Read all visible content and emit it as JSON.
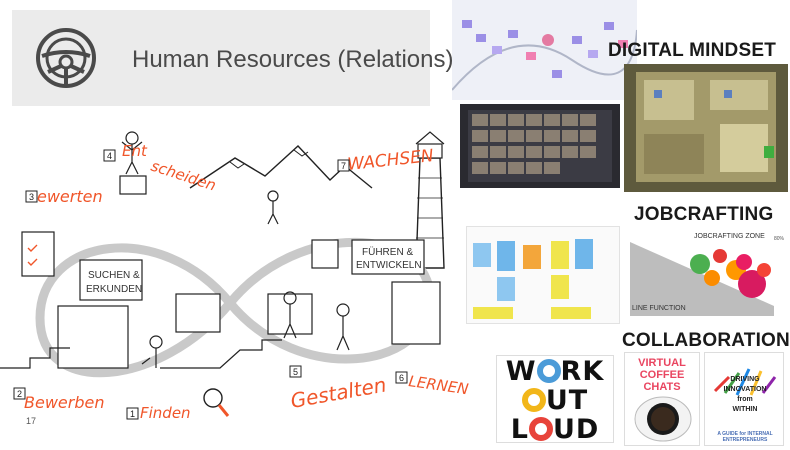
{
  "slide": {
    "title": "Human Resources (Relations)",
    "number": "17"
  },
  "sketch": {
    "bewerten": "Bewerten",
    "entscheiden_1": "Ent",
    "entscheiden_2": "scheiden",
    "wachsen": "WACHSEN",
    "bewerben": "Bewerben",
    "finden": "Finden",
    "gestalten": "Gestalten",
    "lernen": "LERNEN",
    "suchen_1": "SUCHEN &",
    "suchen_2": "ERKUNDEN",
    "fuehren_1": "FÜHREN &",
    "fuehren_2": "ENTWICKELN",
    "num_1": "1",
    "num_2": "2",
    "num_3": "3",
    "num_4": "4",
    "num_5": "5",
    "num_6": "6",
    "num_7": "7"
  },
  "sections": {
    "digital_mindset": "DIGITAL MINDSET",
    "jobcrafting": "JOBCRAFTING",
    "collaboration": "COLLABORATION"
  },
  "jobcrafting_chart": {
    "zone_label": "JOBCRAFTING ZONE",
    "line_label": "LINE FUNCTION",
    "axis_label": "80%"
  },
  "work_out_loud": {
    "line1_a": "W",
    "line1_b": "RK",
    "line2_b": "UT",
    "line3_a": "L",
    "line3_b": "UD"
  },
  "coffee": {
    "line1": "VIRTUAL",
    "line2": "COFFEE",
    "line3": "CHATS"
  },
  "book": {
    "line1": "DRIVING",
    "line2": "INNOVATION",
    "line3": "from",
    "line4": "WITHIN",
    "sub": "A GUIDE for INTERNAL ENTREPRENEURS"
  },
  "colors": {
    "accent_orange": "#f0562a",
    "header_bg": "#ebebeb"
  }
}
